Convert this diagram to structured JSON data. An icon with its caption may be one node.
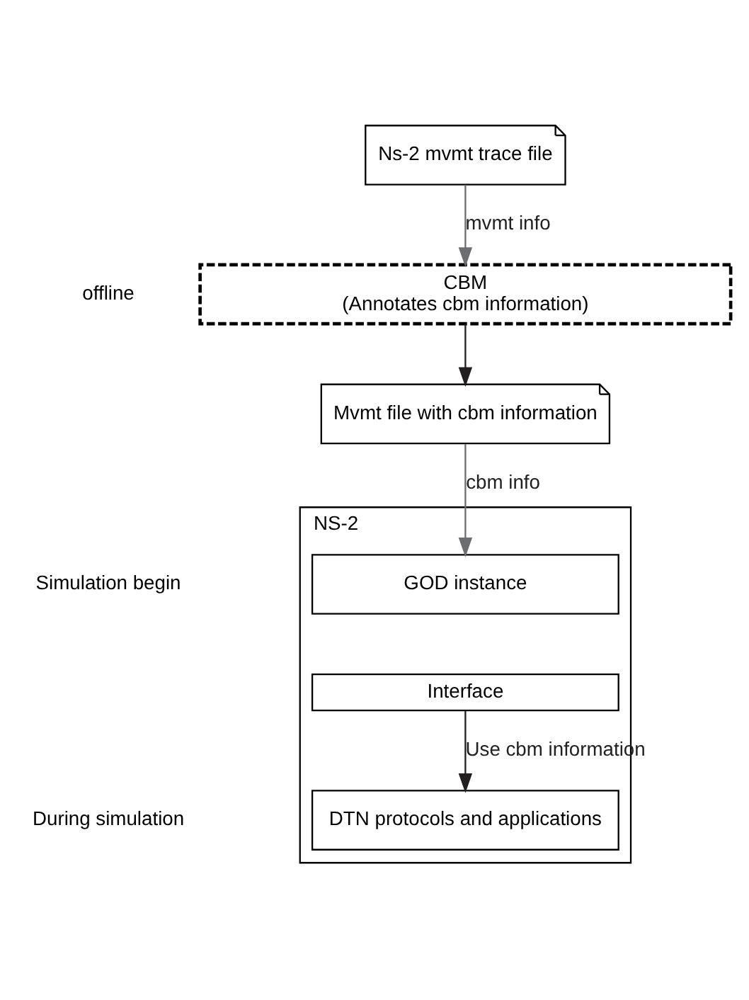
{
  "diagram": {
    "nodes": [
      {
        "text": [
          "Ns-2 mvmt trace file"
        ]
      },
      {
        "text": [
          "CBM",
          "(Annotates cbm information)"
        ]
      },
      {
        "text": [
          "Mvmt file with cbm information"
        ]
      },
      {
        "text": [
          "NS-2"
        ]
      },
      {
        "text": [
          "GOD instance"
        ],
        "in": 3
      },
      {
        "text": [
          "Interface"
        ],
        "in": 3
      },
      {
        "text": [
          "DTN protocols and applications"
        ],
        "in": 3
      }
    ],
    "edges": [
      {
        "from": 0,
        "to": 1,
        "arrow": "to",
        "label": "mvmt info",
        "color": "#6d6e71"
      },
      {
        "from": 1,
        "to": 2,
        "arrow": "to",
        "color": "#231f20"
      },
      {
        "from": 2,
        "to": 4,
        "arrow": "to",
        "label": "cbm info",
        "color": "#6d6e71"
      },
      {
        "from": 5,
        "to": 6,
        "arrow": "to",
        "label": "Use cbm information",
        "color": "#231f20"
      }
    ],
    "labels": [
      "offline",
      "Simulation begin",
      "During simulation"
    ]
  }
}
